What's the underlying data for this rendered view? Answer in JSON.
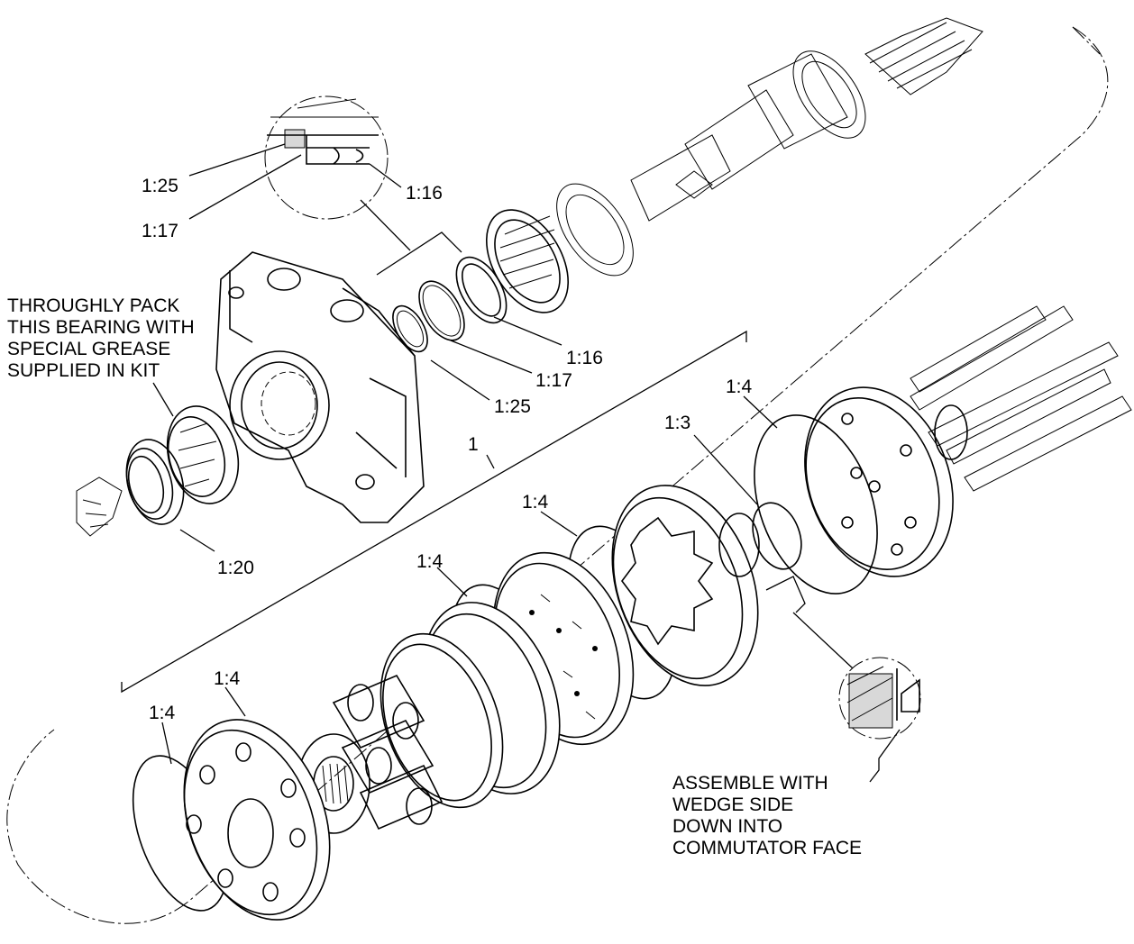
{
  "callouts": {
    "c_1_25_top": "1:25",
    "c_1_17_top": "1:17",
    "c_1_16_top": "1:16",
    "c_1_16_mid": "1:16",
    "c_1_17_mid": "1:17",
    "c_1_25_mid": "1:25",
    "c_1_20": "1:20",
    "c_1": "1",
    "c_1_4_a": "1:4",
    "c_1_3": "1:3",
    "c_1_4_b": "1:4",
    "c_1_4_c": "1:4",
    "c_1_4_d": "1:4",
    "c_1_4_e": "1:4"
  },
  "notes": {
    "bearing_note": [
      "THROUGHLY PACK",
      "THIS BEARING WITH",
      "SPECIAL GREASE",
      "SUPPLIED IN KIT"
    ],
    "assembly_note": [
      "ASSEMBLE WITH",
      "WEDGE SIDE",
      "DOWN INTO",
      "COMMUTATOR FACE"
    ]
  }
}
